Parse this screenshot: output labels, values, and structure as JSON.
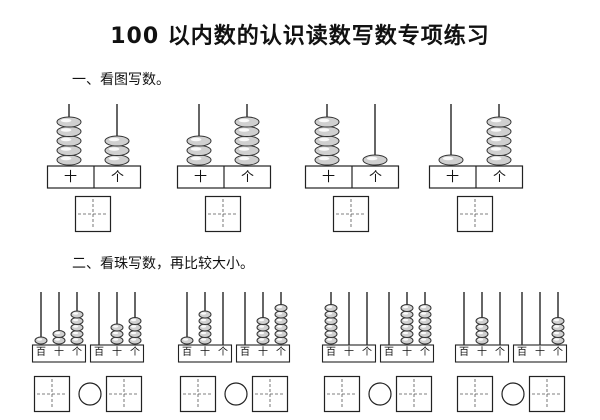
{
  "title": "100 以内数的认识读数写数专项练习",
  "section1": {
    "heading": "一、看图写数。",
    "abaci": [
      {
        "tens": 5,
        "ones": 3,
        "labels": [
          "十",
          "个"
        ]
      },
      {
        "tens": 3,
        "ones": 5,
        "labels": [
          "十",
          "个"
        ]
      },
      {
        "tens": 5,
        "ones": 1,
        "labels": [
          "十",
          "个"
        ]
      },
      {
        "tens": 1,
        "ones": 5,
        "labels": [
          "十",
          "个"
        ]
      }
    ]
  },
  "section2": {
    "heading": "二、看珠写数，再比较大小。",
    "pairs": [
      {
        "left": {
          "hundreds": 1,
          "tens": 2,
          "ones": 5
        },
        "right": {
          "hundreds": 0,
          "tens": 3,
          "ones": 4
        }
      },
      {
        "left": {
          "hundreds": 1,
          "tens": 5,
          "ones": 0
        },
        "right": {
          "hundreds": 0,
          "tens": 4,
          "ones": 6
        }
      },
      {
        "left": {
          "hundreds": 6,
          "tens": 0,
          "ones": 0
        },
        "right": {
          "hundreds": 0,
          "tens": 6,
          "ones": 6
        }
      },
      {
        "left": {
          "hundreds": 0,
          "tens": 4,
          "ones": 0
        },
        "right": {
          "hundreds": 0,
          "tens": 0,
          "ones": 4
        }
      }
    ],
    "labels": [
      "百",
      "十",
      "个"
    ]
  }
}
